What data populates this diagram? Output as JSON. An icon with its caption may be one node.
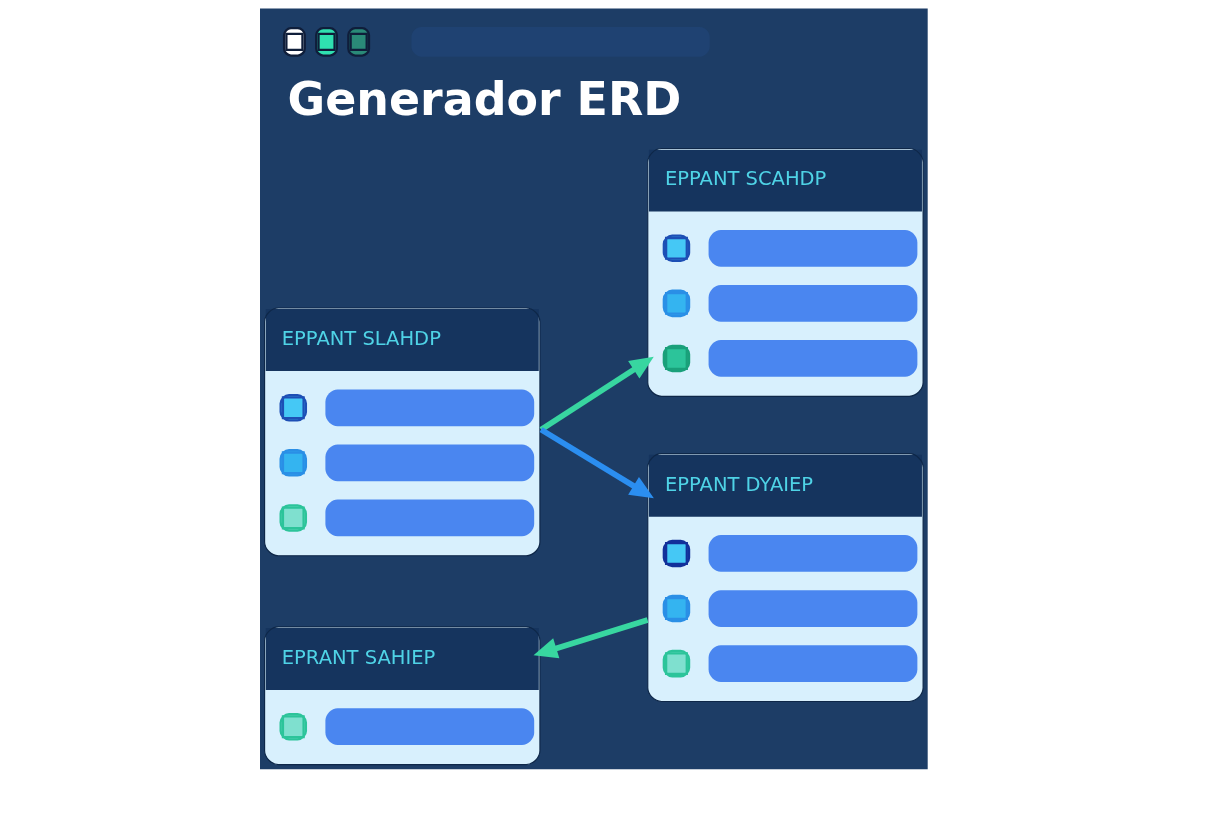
{
  "diagram": {
    "title": "Generador ERD",
    "nodes": [
      {
        "text": [
          "EPPANT SCAHDP"
        ]
      },
      {
        "text": [
          "EPPANT SLAHDP"
        ]
      },
      {
        "text": [
          "EPPANT DYAIEP"
        ]
      },
      {
        "text": [
          "EPRANT SAHIEP"
        ]
      }
    ],
    "edges": [
      {
        "from": 1,
        "to": 0,
        "arrow": "to"
      },
      {
        "from": 1,
        "to": 2,
        "arrow": "to",
        "color": "#2b8ef0"
      },
      {
        "from": 2,
        "to": 3,
        "arrow": "to"
      }
    ]
  }
}
